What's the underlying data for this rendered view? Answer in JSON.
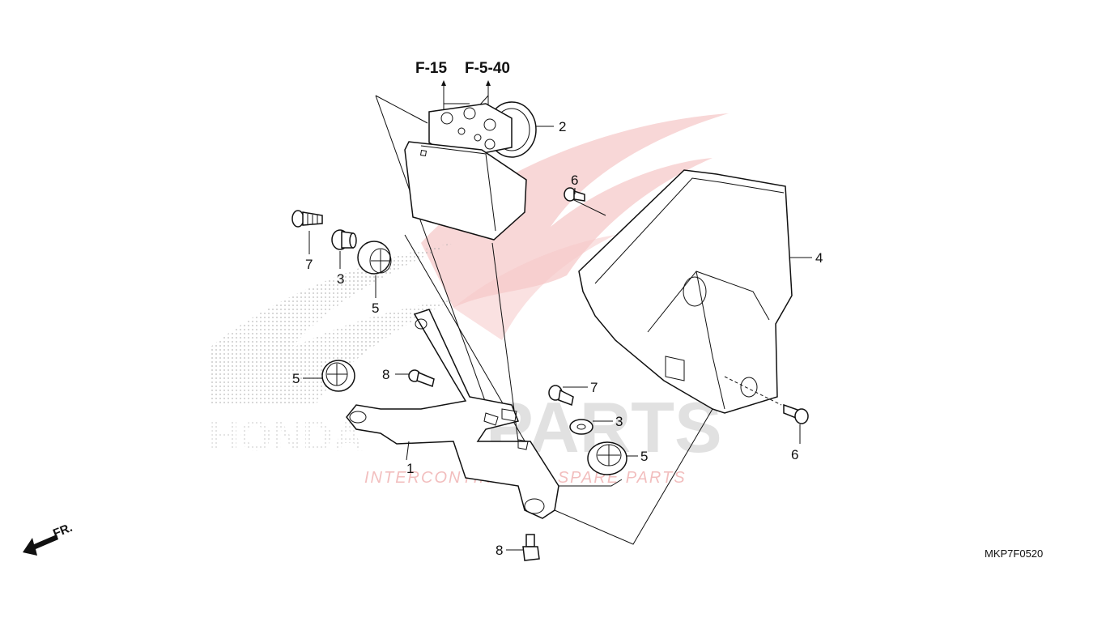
{
  "references": [
    "F-15",
    "F-5-40"
  ],
  "callouts": {
    "bracket": "1",
    "modulator": "2",
    "collar_left": "3",
    "collar_right": "3",
    "cover": "4",
    "grommet_top": "5",
    "grommet_left": "5",
    "grommet_right": "5",
    "screw_top": "6",
    "screw_right": "6",
    "bolt_left": "7",
    "bolt_right": "7",
    "bolt_mid": "8",
    "bolt_bottom": "8"
  },
  "direction_label": "FR.",
  "diagram_code": "MKP7F0520",
  "watermark": {
    "main": "PARTS",
    "sub": "INTERCONTINENTAL SPARE PARTS",
    "brand": "HONDA"
  },
  "colors": {
    "line": "#111111",
    "watermark_red": "#e04040",
    "watermark_gray": "#c9c9c9"
  }
}
